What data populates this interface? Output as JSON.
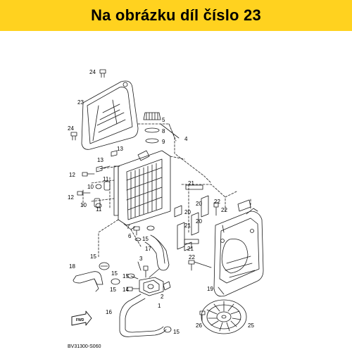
{
  "banner": {
    "text": "Na obrázku díl číslo 23"
  },
  "colors": {
    "banner_bg": "#ffd21f",
    "line": "#1a1a1a"
  },
  "diagram": {
    "drawing_code": "BV31300-S060",
    "fwd_label": "FWD",
    "callouts": [
      "1",
      "2",
      "3",
      "4",
      "5",
      "6",
      "7",
      "8",
      "9",
      "10",
      "11",
      "12",
      "13",
      "14",
      "15",
      "16",
      "17",
      "18",
      "19",
      "20",
      "21",
      "22",
      "23",
      "24",
      "25",
      "26"
    ]
  }
}
